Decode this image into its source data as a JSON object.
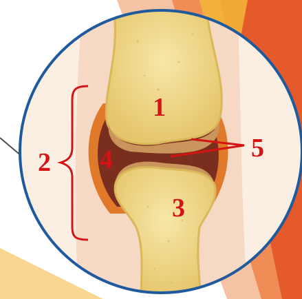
{
  "diagram": {
    "labels": {
      "bone_top": "1",
      "capsule_bracket": "2",
      "bone_bottom": "3",
      "cavity": "4",
      "cartilage": "5"
    },
    "colors": {
      "label": "#d21414",
      "bracket": "#d21414",
      "lens_ring": "#1f5a9c",
      "bone": "#f3dd8e",
      "bone_shadow": "#d9b85a",
      "synovial": "#e07a2a",
      "cavity": "#7a2f1e",
      "cartilage": "#c9955c",
      "tissue": "#f6d9c4",
      "bg_orange": "#f08c55",
      "bg_deep_orange": "#e45a2a",
      "bg_yellow": "#f4b63a",
      "pointer_line": "#4a4a4a"
    }
  }
}
